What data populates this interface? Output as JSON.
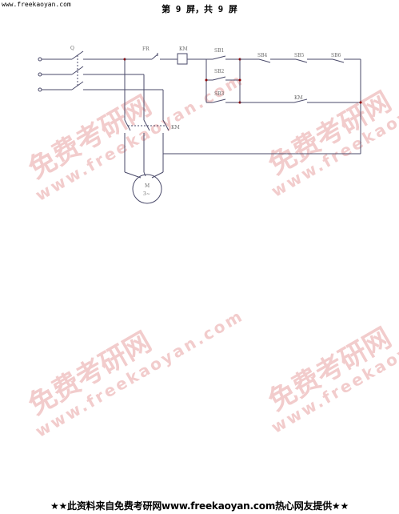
{
  "header": {
    "url": "www.freekaoyan.com",
    "page_info": "第 9 屏，共 9 屏"
  },
  "footer": {
    "text": "★★此资料来自免费考研网www.freekaoyan.com热心网友提供★★"
  },
  "watermark": {
    "cn": "免费考研网",
    "en": "www.freekaoyan.com"
  },
  "labels": {
    "q": "Q",
    "fr": "FR",
    "km_coil": "KM",
    "km_main": "KM",
    "km_aux": "KM",
    "sb1": "SB1",
    "sb2": "SB2",
    "sb3": "SB3",
    "sb4": "SB4",
    "sb5": "SB5",
    "sb6": "SB6",
    "motor_m": "M",
    "motor_3": "3~"
  },
  "colors": {
    "wire": "#4a4a6a",
    "node": "#8b0000",
    "watermark": "#e8a3a3"
  }
}
